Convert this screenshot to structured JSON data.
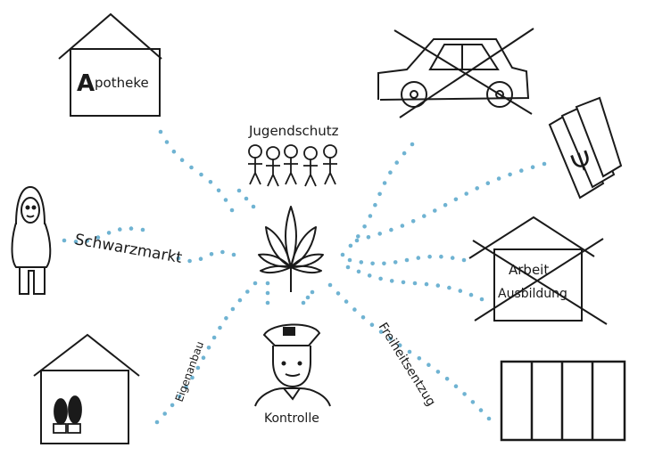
{
  "labels": {
    "apotheke_big": "A",
    "apotheke_rest": "potheke",
    "jugendschutz": "Jugendschutz",
    "schwarzmarkt": "Schwarzmarkt",
    "arbeit": "Arbeit",
    "ausbildung": "Ausbildung",
    "eigenanbau": "Eigenanbau",
    "kontrolle": "Kontrolle",
    "freiheitsentzug": "Freiheitsentzug"
  },
  "money_symbol": "Ψ",
  "colors": {
    "ink": "#1a1a1a",
    "dots": "#6fb3d2",
    "background": "#ffffff"
  },
  "icons": [
    "house-icon",
    "car-icon",
    "banknotes-icon",
    "hooded-person-icon",
    "children-icon",
    "cannabis-leaf-icon",
    "police-officer-icon",
    "prison-bars-icon",
    "potted-plants-icon"
  ]
}
